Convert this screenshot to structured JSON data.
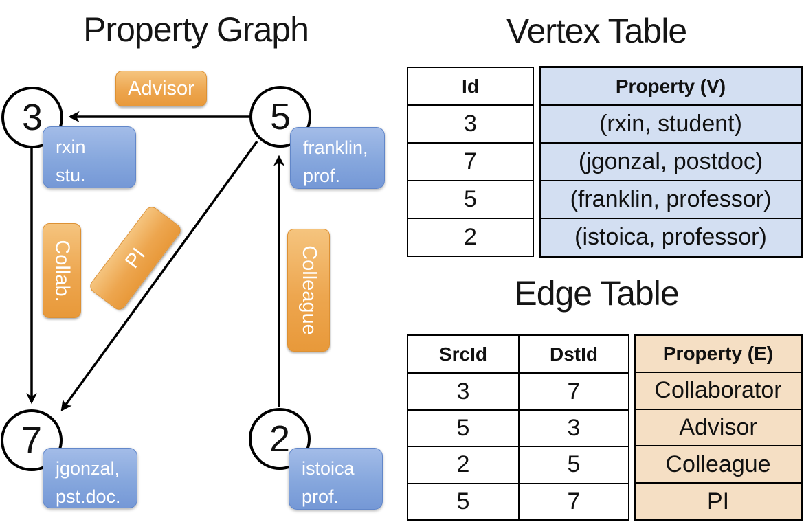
{
  "graph": {
    "title": "Property Graph",
    "nodes": {
      "n3": {
        "id": "3",
        "line1": "rxin",
        "line2": "stu."
      },
      "n5": {
        "id": "5",
        "line1": "franklin,",
        "line2": "prof."
      },
      "n7": {
        "id": "7",
        "line1": "jgonzal,",
        "line2": "pst.doc."
      },
      "n2": {
        "id": "2",
        "line1": "istoica",
        "line2": "prof."
      }
    },
    "edge_labels": {
      "advisor": "Advisor",
      "collab": "Collab.",
      "pi": "PI",
      "colleague": "Colleague"
    }
  },
  "vertex_table": {
    "title": "Vertex Table",
    "headers": {
      "id": "Id",
      "property": "Property (V)"
    },
    "rows": [
      {
        "id": "3",
        "property": "(rxin, student)"
      },
      {
        "id": "7",
        "property": "(jgonzal, postdoc)"
      },
      {
        "id": "5",
        "property": "(franklin, professor)"
      },
      {
        "id": "2",
        "property": "(istoica, professor)"
      }
    ]
  },
  "edge_table": {
    "title": "Edge Table",
    "headers": {
      "src": "SrcId",
      "dst": "DstId",
      "property": "Property (E)"
    },
    "rows": [
      {
        "src": "3",
        "dst": "7",
        "property": "Collaborator"
      },
      {
        "src": "5",
        "dst": "3",
        "property": "Advisor"
      },
      {
        "src": "2",
        "dst": "5",
        "property": "Colleague"
      },
      {
        "src": "5",
        "dst": "7",
        "property": "PI"
      }
    ]
  },
  "colors": {
    "edge_label_orange": "#eca64f",
    "vertex_label_blue": "#86a7dd",
    "vertex_property_fill": "#d3dff2",
    "edge_property_fill": "#f5dfc4",
    "line_black": "#000000"
  }
}
